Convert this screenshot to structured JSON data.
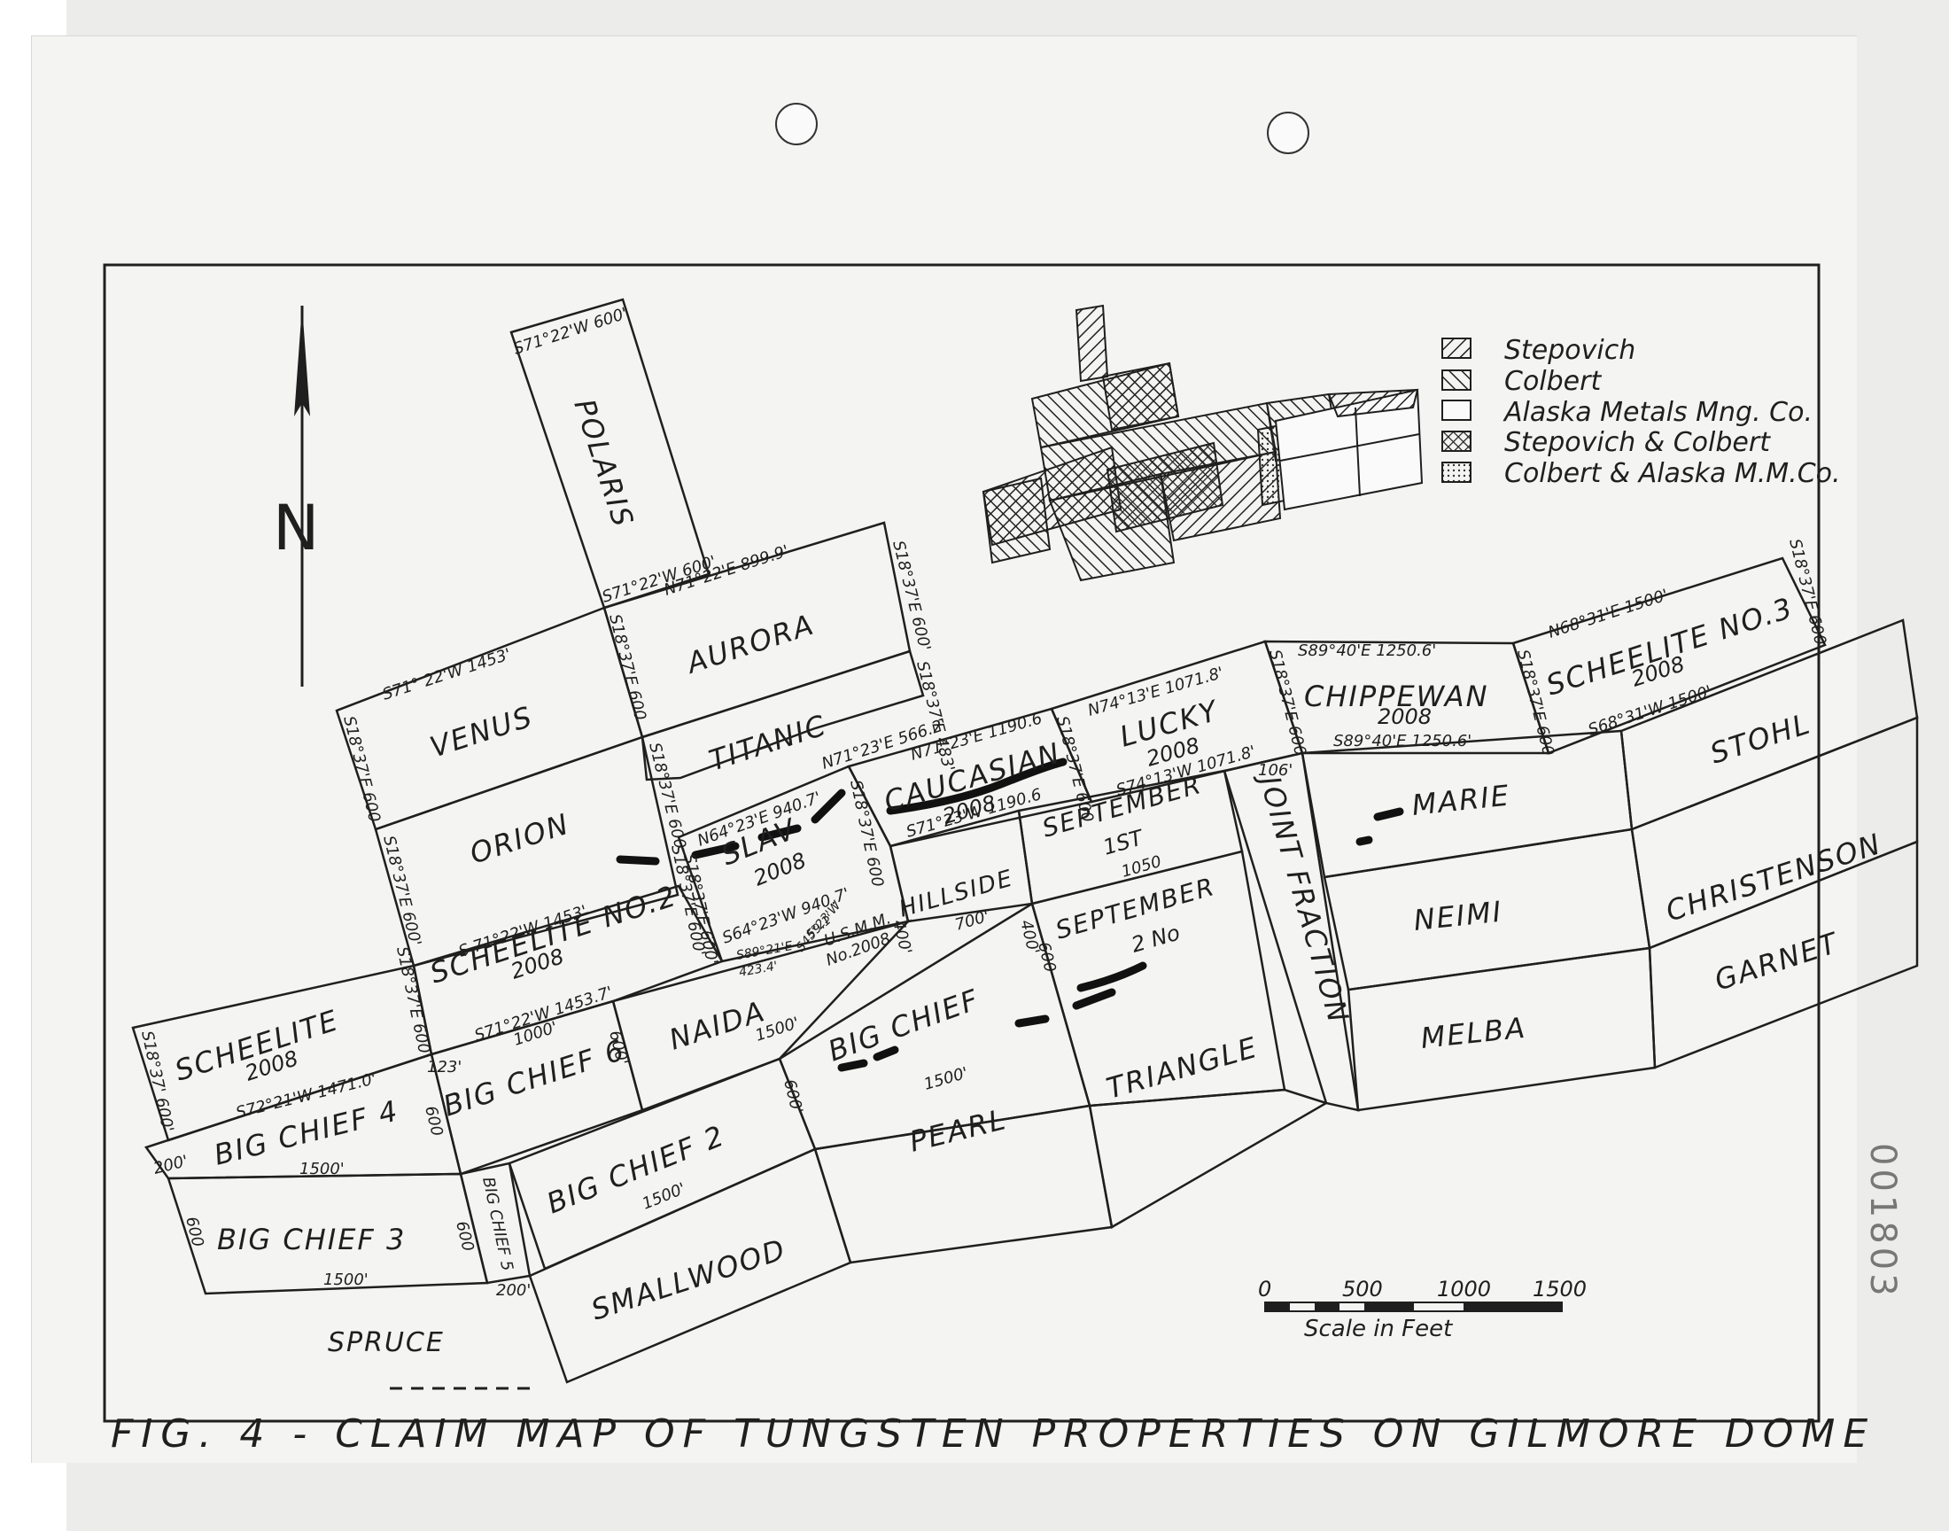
{
  "legend": {
    "items": [
      {
        "label": "Stepovich",
        "pattern": "hatch-left"
      },
      {
        "label": "Colbert",
        "pattern": "hatch-right"
      },
      {
        "label": "Alaska Metals Mng. Co.",
        "pattern": "blank"
      },
      {
        "label": "Stepovich & Colbert",
        "pattern": "crosshatch"
      },
      {
        "label": "Colbert & Alaska M.M.Co.",
        "pattern": "dots"
      }
    ]
  },
  "north_label": "N",
  "scale": {
    "ticks": [
      "0",
      "500",
      "1000",
      "1500"
    ],
    "label": "Scale in Feet"
  },
  "caption": "FIG. 4 - CLAIM MAP OF TUNGSTEN PROPERTIES ON GILMORE DOME",
  "side_stamp": "001803",
  "claims": {
    "polaris": "POLARIS",
    "aurora": "AURORA",
    "venus": "VENUS",
    "titanic": "TITANIC",
    "orion": "ORION",
    "slav": "SLAV",
    "slav_year": "2008",
    "caucasian": "CAUCASIAN",
    "caucasian_year": "2008",
    "lucky": "LUCKY",
    "lucky_year": "2008",
    "chippewan": "CHIPPEWAN",
    "chippewan_year": "2008",
    "scheelite3": "SCHEELITE NO.3",
    "scheelite3_year": "2008",
    "stohl": "STOHL",
    "christenson": "CHRISTENSON",
    "garnet": "GARNET",
    "marie": "MARIE",
    "neimi": "NEIMI",
    "melba": "MELBA",
    "joint_fraction": "JOINT FRACTION",
    "september1": "SEPTEMBER",
    "september1_sub": "1ST",
    "september1_len": "1050",
    "september2": "SEPTEMBER",
    "september2_sub": "2 No",
    "hillside": "HILLSIDE",
    "hillside_len": "700'",
    "triangle": "TRIANGLE",
    "big_chief": "BIG CHIEF",
    "pearl": "PEARL",
    "naida": "NAIDA",
    "usmm": "U.S.M.M.",
    "usmm_no": "No.2008",
    "scheelite2": "SCHEELITE NO.2",
    "scheelite2_year": "2008",
    "scheelite": "SCHEELITE",
    "scheelite_year": "2008",
    "big_chief4": "BIG CHIEF 4",
    "big_chief6": "BIG CHIEF 6",
    "big_chief2": "BIG CHIEF 2",
    "big_chief3": "BIG CHIEF 3",
    "big_chief5": "BIG CHIEF 5",
    "smallwood": "SMALLWOOD",
    "spruce": "SPRUCE"
  },
  "bearings": {
    "polaris_top": "S71°22'W 600'",
    "aurora_top": "N71°22'E 899.9'",
    "aurora_left": "S71°22'W 600'",
    "aurora_right": "S18°37'E 600'",
    "venus_top": "S71° 22'W 1453'",
    "venus_right": "S18°37'E 600",
    "venus_left": "S18°37'E 600",
    "orion_right": "S18°37'E 600",
    "orion_left": "S18°37'E 600'",
    "orion_bottom": "S 71°22'W 1453'",
    "titanic_right": "S18°37'E 483'",
    "titanic_bottom": "N71°23'E 566.2'",
    "caucasian_top": "N71°23'E 1190.6",
    "caucasian_bottom": "S71°23'W 1190.6",
    "caucasian_right": "S18°37'E 600",
    "lucky_top": "N74°13'E 1071.8'",
    "lucky_bottom": "S74°13'W 1071.8'",
    "lucky_right": "S18°37'E 600",
    "chippewan_top": "S89°40'E 1250.6'",
    "chippewan_bottom": "S89°40'E 1250.6'",
    "chippewan_right": "S18°37'E 600",
    "scheelite3_top": "N68°31'E 1500'",
    "scheelite3_bottom": "S68°31'W 1500'",
    "scheelite3_right": "S18°37'E 600",
    "slav_top": "N64°23'E 940.7'",
    "slav_bottom": "S64°23'W 940.7'",
    "slav_left": "S18°37'E 600'",
    "slav_right": "S18°37'E 600",
    "usmm_a": "S89°21'E",
    "usmm_b": "423.4'",
    "usmm_c": "S45°23'W",
    "usmm_d": "59.1'",
    "hillside_side": "400'",
    "hillside_right": "400'",
    "joint_top": "106'",
    "scheelite2_left": "S18°37'E 600'",
    "scheelite2_bottom": "S71°22'W 1453.7'",
    "scheelite2_bottom2": "1000'",
    "scheelite_left": "S18°37' 600'",
    "scheelite_bottom": "S72°21'W 1471.0'",
    "scheelite_corner": "123'",
    "big_chief6_right": "600'",
    "naida_bottom": "1500'",
    "big_chief_side": "600",
    "big_chief_bottom": "1500'",
    "big_chief2_side": "600'",
    "big_chief2_bottom": "1500'",
    "big_chief4_left": "200'",
    "big_chief4_right": "600",
    "big_chief4_bottom": "1500'",
    "big_chief3_left": "600",
    "big_chief3_bottom": "1500'",
    "big_chief5_side": "600",
    "big_chief5_bottom": "200'"
  }
}
